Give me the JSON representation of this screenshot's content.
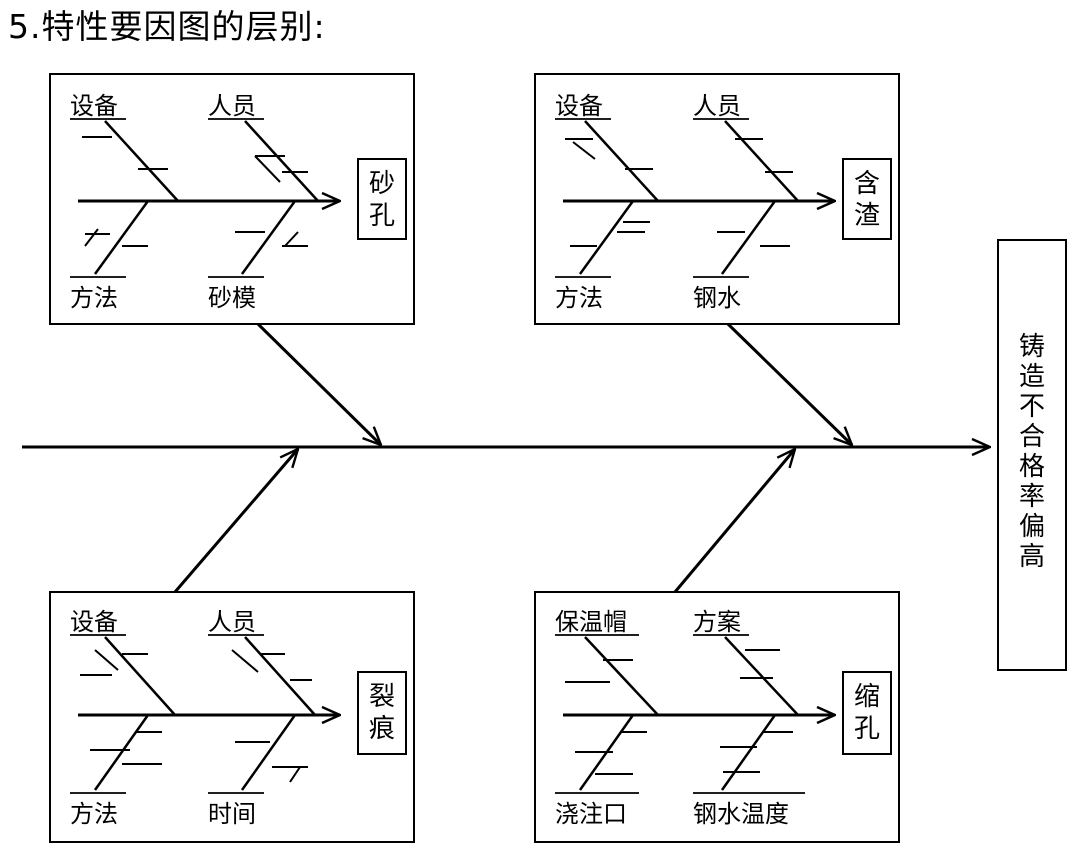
{
  "heading": "5.特性要因图的层别:",
  "main_effect": "铸造不合格率偏高",
  "sub_diagrams": [
    {
      "effect": [
        "砂",
        "孔"
      ],
      "top_left": "设备",
      "top_right": "人员",
      "bottom_left": "方法",
      "bottom_right": "砂模"
    },
    {
      "effect": [
        "含",
        "渣"
      ],
      "top_left": "设备",
      "top_right": "人员",
      "bottom_left": "方法",
      "bottom_right": "钢水"
    },
    {
      "effect": [
        "裂",
        "痕"
      ],
      "top_left": "设备",
      "top_right": "人员",
      "bottom_left": "方法",
      "bottom_right": "时间"
    },
    {
      "effect": [
        "缩",
        "孔"
      ],
      "top_left": "保温帽",
      "top_right": "方案",
      "bottom_left": "浇注口",
      "bottom_right": "钢水温度"
    }
  ]
}
